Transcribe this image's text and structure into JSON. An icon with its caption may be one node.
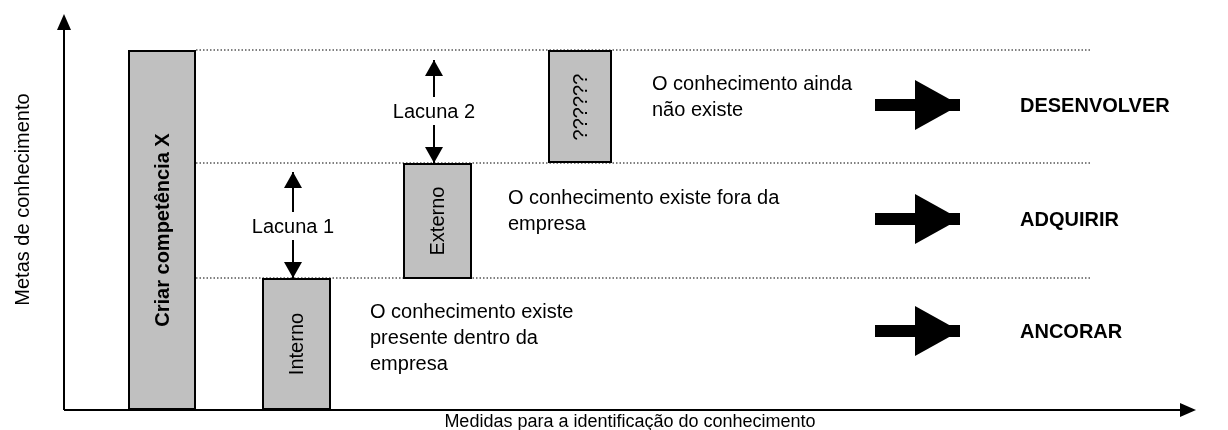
{
  "diagram": {
    "nodes": [
      {
        "text": [
          "Criar competência X"
        ]
      },
      {
        "text": [
          "Interno"
        ]
      },
      {
        "text": [
          "Externo"
        ]
      },
      {
        "text": [
          "??????"
        ]
      },
      {
        "text": [
          "DESENVOLVER"
        ]
      },
      {
        "text": [
          "ADQUIRIR"
        ]
      },
      {
        "text": [
          "ANCORAR"
        ]
      },
      {
        "text": [
          "Lacuna 1"
        ]
      },
      {
        "text": [
          "Lacuna 2"
        ]
      }
    ],
    "edges": [
      {
        "from": 7,
        "to": null,
        "arrow": "to"
      },
      {
        "from": 7,
        "to": 1,
        "arrow": "to"
      },
      {
        "from": 8,
        "to": null,
        "arrow": "to"
      },
      {
        "from": 8,
        "to": 2,
        "arrow": "to"
      },
      {
        "from": null,
        "to": 4,
        "arrow": "to",
        "style": "thick"
      },
      {
        "from": null,
        "to": 5,
        "arrow": "to",
        "style": "thick"
      },
      {
        "from": null,
        "to": 6,
        "arrow": "to",
        "style": "thick"
      }
    ],
    "labels": [
      "O conhecimento ainda não existe",
      "O conhecimento existe fora da empresa",
      "O conhecimento existe presente dentro da empresa",
      "Metas de conhecimento",
      "Medidas para a identificação do conhecimento"
    ]
  }
}
